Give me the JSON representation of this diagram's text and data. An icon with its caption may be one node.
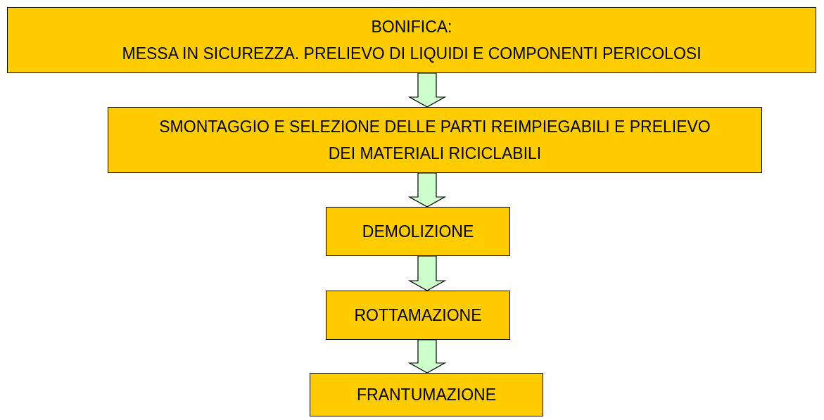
{
  "diagram": {
    "nodes": [
      {
        "text": [
          "BONIFICA:",
          "MESSA IN SICUREZZA. PRELIEVO DI LIQUIDI E COMPONENTI PERICOLOSI"
        ]
      },
      {
        "text": [
          "SMONTAGGIO E SELEZIONE DELLE PARTI REIMPIEGABILI E PRELIEVO DEI MATERIALI RICICLABILI"
        ]
      },
      {
        "text": [
          "DEMOLIZIONE"
        ]
      },
      {
        "text": [
          "ROTTAMAZIONE"
        ]
      },
      {
        "text": [
          "FRANTUMAZIONE"
        ]
      }
    ],
    "edges": [
      {
        "from": 0,
        "to": 1,
        "arrow": "to"
      },
      {
        "from": 1,
        "to": 2,
        "arrow": "to"
      },
      {
        "from": 2,
        "to": 3,
        "arrow": "to"
      },
      {
        "from": 3,
        "to": 4,
        "arrow": "to"
      }
    ]
  }
}
